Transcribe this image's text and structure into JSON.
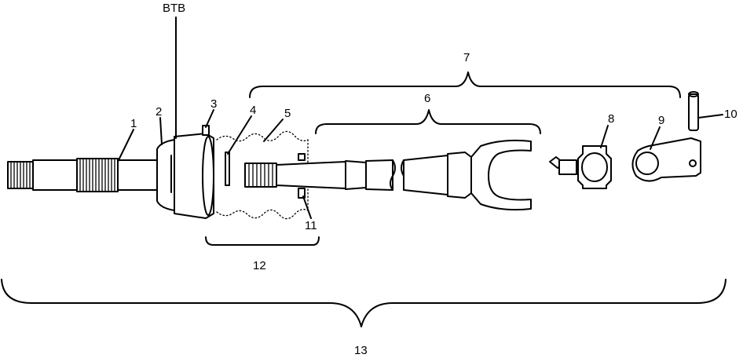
{
  "labels": {
    "btb": "BTB",
    "n1": "1",
    "n2": "2",
    "n3": "3",
    "n4": "4",
    "n5": "5",
    "n6": "6",
    "n7": "7",
    "n8": "8",
    "n9": "9",
    "n10": "10",
    "n11": "11",
    "n12": "12",
    "n13": "13"
  }
}
